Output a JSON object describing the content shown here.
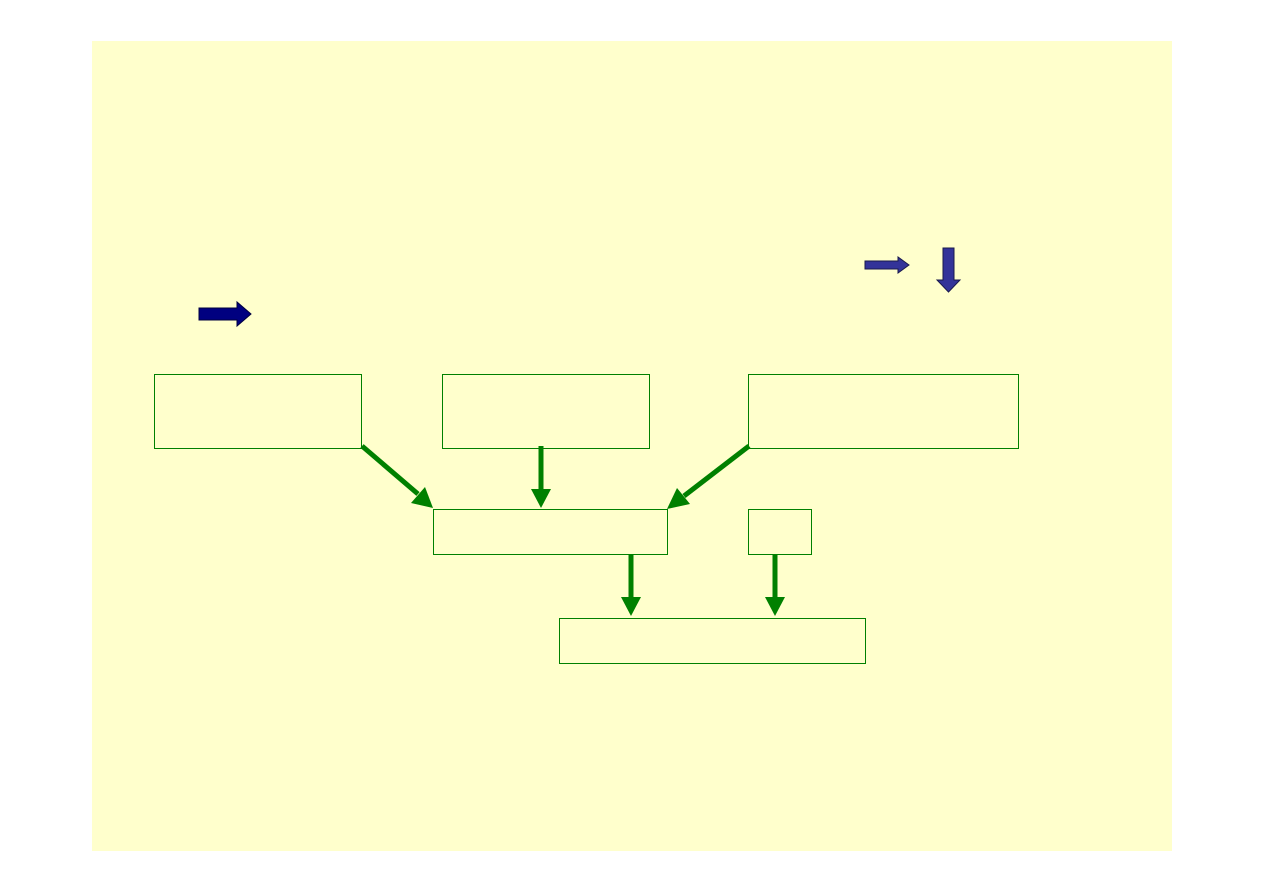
{
  "diagram": {
    "background_color": "#ffffcc",
    "box_border_color": "#008000",
    "connector_color": "#008000",
    "dark_arrow_color": "#000080",
    "light_arrow_color": "#333399",
    "boxes": [
      {
        "id": "top-left",
        "label": ""
      },
      {
        "id": "top-middle",
        "label": ""
      },
      {
        "id": "top-right",
        "label": ""
      },
      {
        "id": "middle-center",
        "label": ""
      },
      {
        "id": "middle-small",
        "label": ""
      },
      {
        "id": "bottom",
        "label": ""
      }
    ],
    "icons": [
      "right-arrow-icon",
      "small-right-arrow-icon",
      "down-arrow-icon"
    ]
  }
}
